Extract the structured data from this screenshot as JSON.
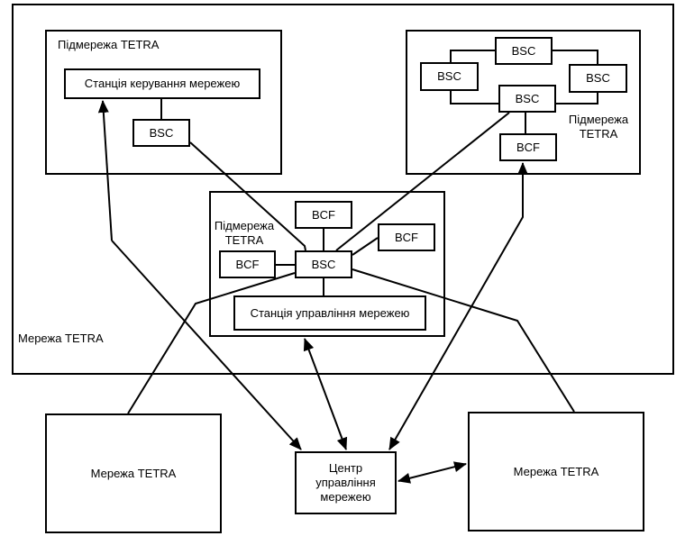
{
  "diagram": {
    "outer_network": {
      "label": "Мережа TETRA"
    },
    "subnet_top_left": {
      "label": "Підмережа TETRA",
      "station": "Станція керування мережею",
      "bsc": "BSC"
    },
    "subnet_top_right": {
      "label_line1": "Підмережа",
      "label_line2": "TETRA",
      "bsc_top": "BSC",
      "bsc_left": "BSC",
      "bsc_right": "BSC",
      "bsc_center": "BSC",
      "bcf": "BCF"
    },
    "subnet_center": {
      "label_line1": "Підмережа",
      "label_line2": "TETRA",
      "bcf_top": "BCF",
      "bcf_right": "BCF",
      "bcf_left": "BCF",
      "bsc": "BSC",
      "station": "Станція управління мережею"
    },
    "network_bottom_left": {
      "label": "Мережа TETRA"
    },
    "network_bottom_right": {
      "label": "Мережа TETRA"
    },
    "control_center": {
      "line1": "Центр",
      "line2": "управління",
      "line3": "мережею"
    }
  }
}
